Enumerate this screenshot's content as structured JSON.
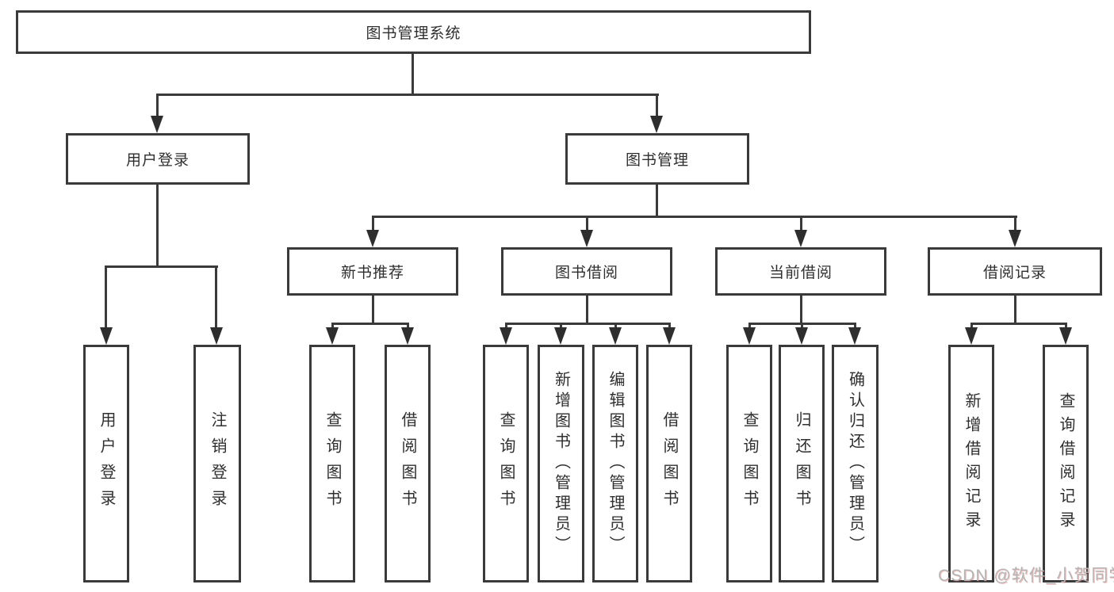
{
  "tree": {
    "label": "图书管理系统",
    "children": [
      {
        "label": "用户登录",
        "children": [
          {
            "label": "用户登录"
          },
          {
            "label": "注销登录"
          }
        ]
      },
      {
        "label": "图书管理",
        "children": [
          {
            "label": "新书推荐",
            "children": [
              {
                "label": "查询图书"
              },
              {
                "label": "借阅图书"
              }
            ]
          },
          {
            "label": "图书借阅",
            "children": [
              {
                "label": "查询图书"
              },
              {
                "label": "新增图书（管理员）"
              },
              {
                "label": "编辑图书（管理员）"
              },
              {
                "label": "借阅图书"
              }
            ]
          },
          {
            "label": "当前借阅",
            "children": [
              {
                "label": "查询图书"
              },
              {
                "label": "归还图书"
              },
              {
                "label": "确认归还（管理员）"
              }
            ]
          },
          {
            "label": "借阅记录",
            "children": [
              {
                "label": "新增借阅记录"
              },
              {
                "label": "查询借阅记录"
              }
            ]
          }
        ]
      }
    ]
  },
  "watermark": {
    "text": "CSDN @软件_小贺同学"
  },
  "colors": {
    "line": "#3a3a3a",
    "box_border": "#3a3a3a",
    "box_fill": "#ffffff",
    "text": "#2f2f2f",
    "watermark": "#b5b5b5"
  }
}
